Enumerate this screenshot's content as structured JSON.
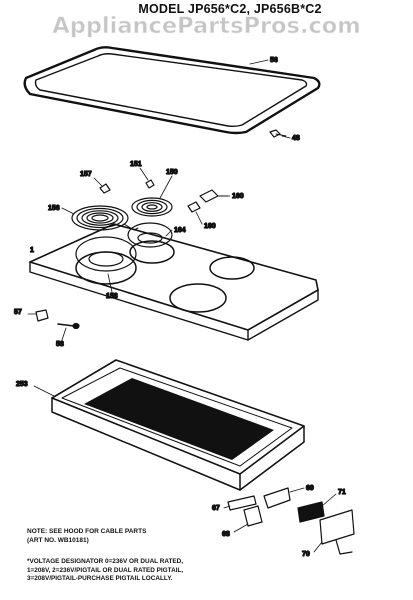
{
  "title": "MODEL JP656*C2, JP656B*C2",
  "watermark": "AppliancePartsPros.com",
  "callouts": {
    "c56": "56",
    "c48": "48",
    "c157": "157",
    "c151": "151",
    "c150": "150",
    "c156": "156",
    "c160a": "160",
    "c160b": "160",
    "c164": "164",
    "c158": "158",
    "c1": "1",
    "c57": "57",
    "c58": "58",
    "c253": "253",
    "c69": "69",
    "c67": "67",
    "c71": "71",
    "c68": "68",
    "c70": "70"
  },
  "notes": {
    "hood_line1": "NOTE: SEE HOOD FOR CABLE PARTS",
    "hood_line2": "(ART NO. WB10181)",
    "voltage_line1": "*VOLTAGE DESIGNATOR 0=236V OR DUAL RATED,",
    "voltage_line2": "1=208V, 2=236V/PIGTAIL OR DUAL RATED PIGTAIL,",
    "voltage_line3": "3=208V/PIGTAIL-PURCHASE PIGTAIL LOCALLY."
  },
  "colors": {
    "ink": "#111111",
    "watermark": "#969696"
  }
}
